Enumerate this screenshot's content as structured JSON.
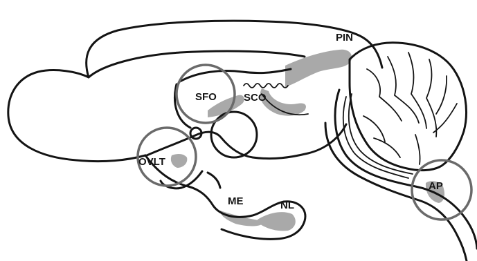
{
  "labels": {
    "pin": "PIN",
    "sfo": "SFO",
    "sco": "SCO",
    "ovlt": "OVLT",
    "me": "ME",
    "nl": "NL",
    "ap": "AP"
  },
  "colors": {
    "outline": "#141414",
    "organ_fill": "#a9a9a9",
    "highlight_ring": "#6a6a6a",
    "background": "#ffffff"
  }
}
